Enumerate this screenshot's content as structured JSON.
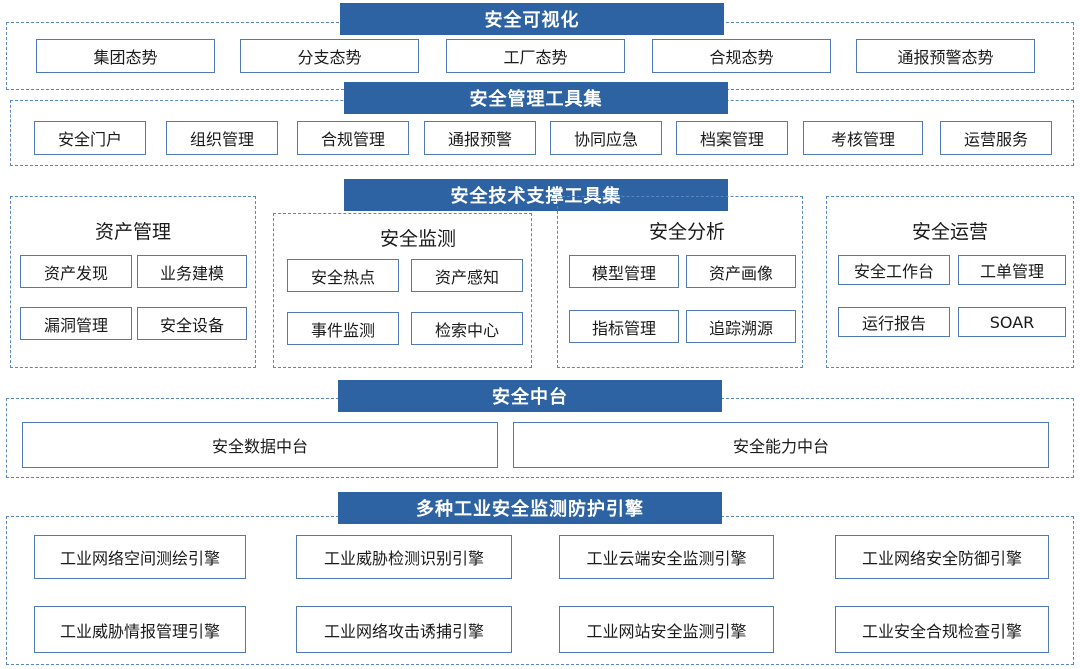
{
  "visualization": {
    "title": "安全可视化",
    "items": [
      "集团态势",
      "分支态势",
      "工厂态势",
      "合规态势",
      "通报预警态势"
    ]
  },
  "management_tools": {
    "title": "安全管理工具集",
    "items": [
      "安全门户",
      "组织管理",
      "合规管理",
      "通报预警",
      "协同应急",
      "档案管理",
      "考核管理",
      "运营服务"
    ]
  },
  "tech_support": {
    "title": "安全技术支撑工具集",
    "groups": [
      {
        "title": "资产管理",
        "items": [
          "资产发现",
          "业务建模",
          "漏洞管理",
          "安全设备"
        ]
      },
      {
        "title": "安全监测",
        "items": [
          "安全热点",
          "资产感知",
          "事件监测",
          "检索中心"
        ]
      },
      {
        "title": "安全分析",
        "items": [
          "模型管理",
          "资产画像",
          "指标管理",
          "追踪溯源"
        ]
      },
      {
        "title": "安全运营",
        "items": [
          "安全工作台",
          "工单管理",
          "运行报告",
          "SOAR"
        ]
      }
    ]
  },
  "middle_platform": {
    "title": "安全中台",
    "items": [
      "安全数据中台",
      "安全能力中台"
    ]
  },
  "engines": {
    "title": "多种工业安全监测防护引擎",
    "items": [
      "工业网络空间测绘引擎",
      "工业威胁检测识别引擎",
      "工业云端安全监测引擎",
      "工业网络安全防御引擎",
      "工业威胁情报管理引擎",
      "工业网络攻击诱捕引擎",
      "工业网站安全监测引擎",
      "工业安全合规检查引擎"
    ]
  },
  "colors": {
    "banner": "#2e63a3",
    "border": "#4f7ab5",
    "dashed": "#5b86c0"
  }
}
